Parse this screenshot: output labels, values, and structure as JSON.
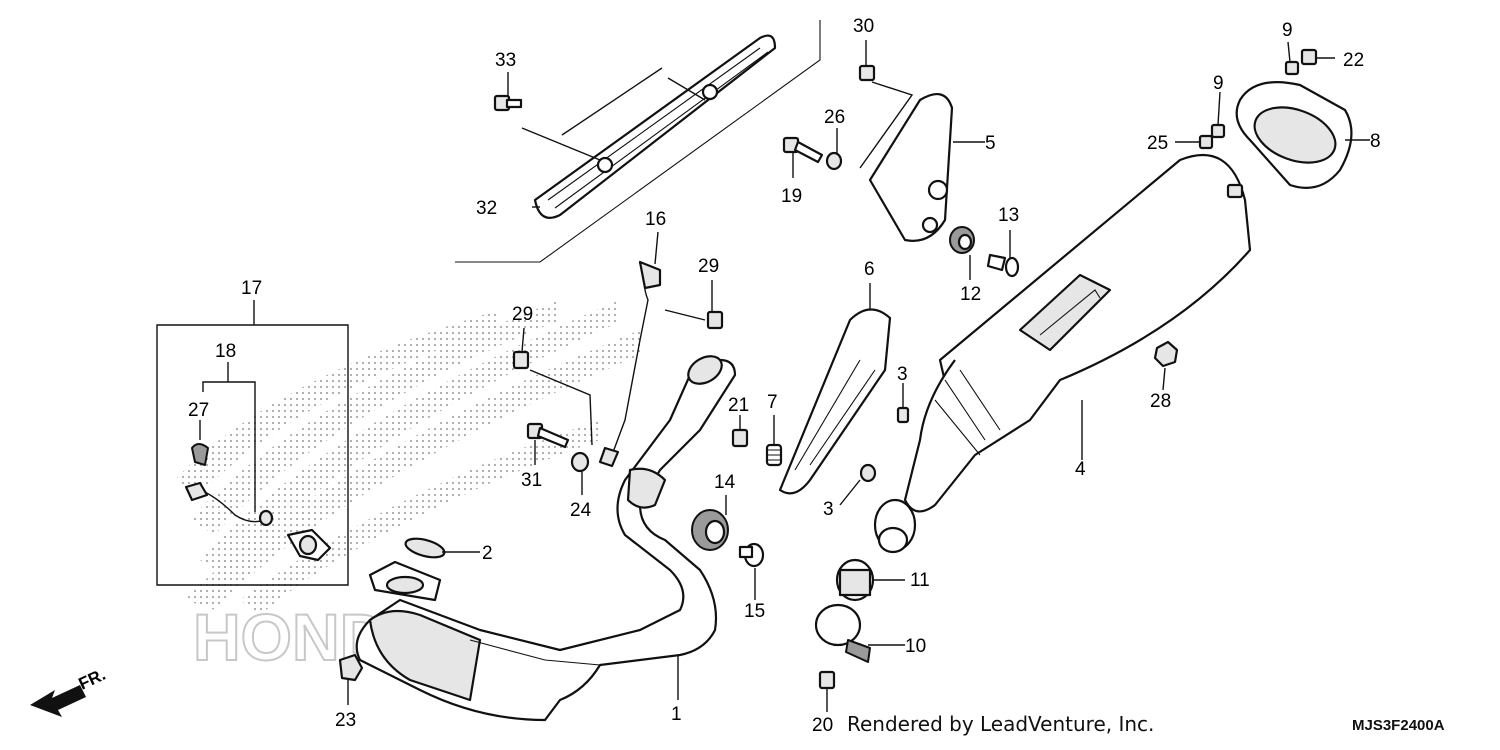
{
  "diagram": {
    "callouts": [
      "1",
      "2",
      "3",
      "3",
      "4",
      "5",
      "6",
      "7",
      "8",
      "9",
      "9",
      "10",
      "11",
      "12",
      "13",
      "14",
      "15",
      "16",
      "17",
      "18",
      "19",
      "20",
      "21",
      "22",
      "23",
      "24",
      "25",
      "26",
      "27",
      "28",
      "29",
      "29",
      "30",
      "31",
      "32",
      "33"
    ],
    "direction_marker": "FR.",
    "watermark": "HONDA",
    "credit": "Rendered by LeadVenture, Inc.",
    "diagram_code": "MJS3F2400A"
  }
}
